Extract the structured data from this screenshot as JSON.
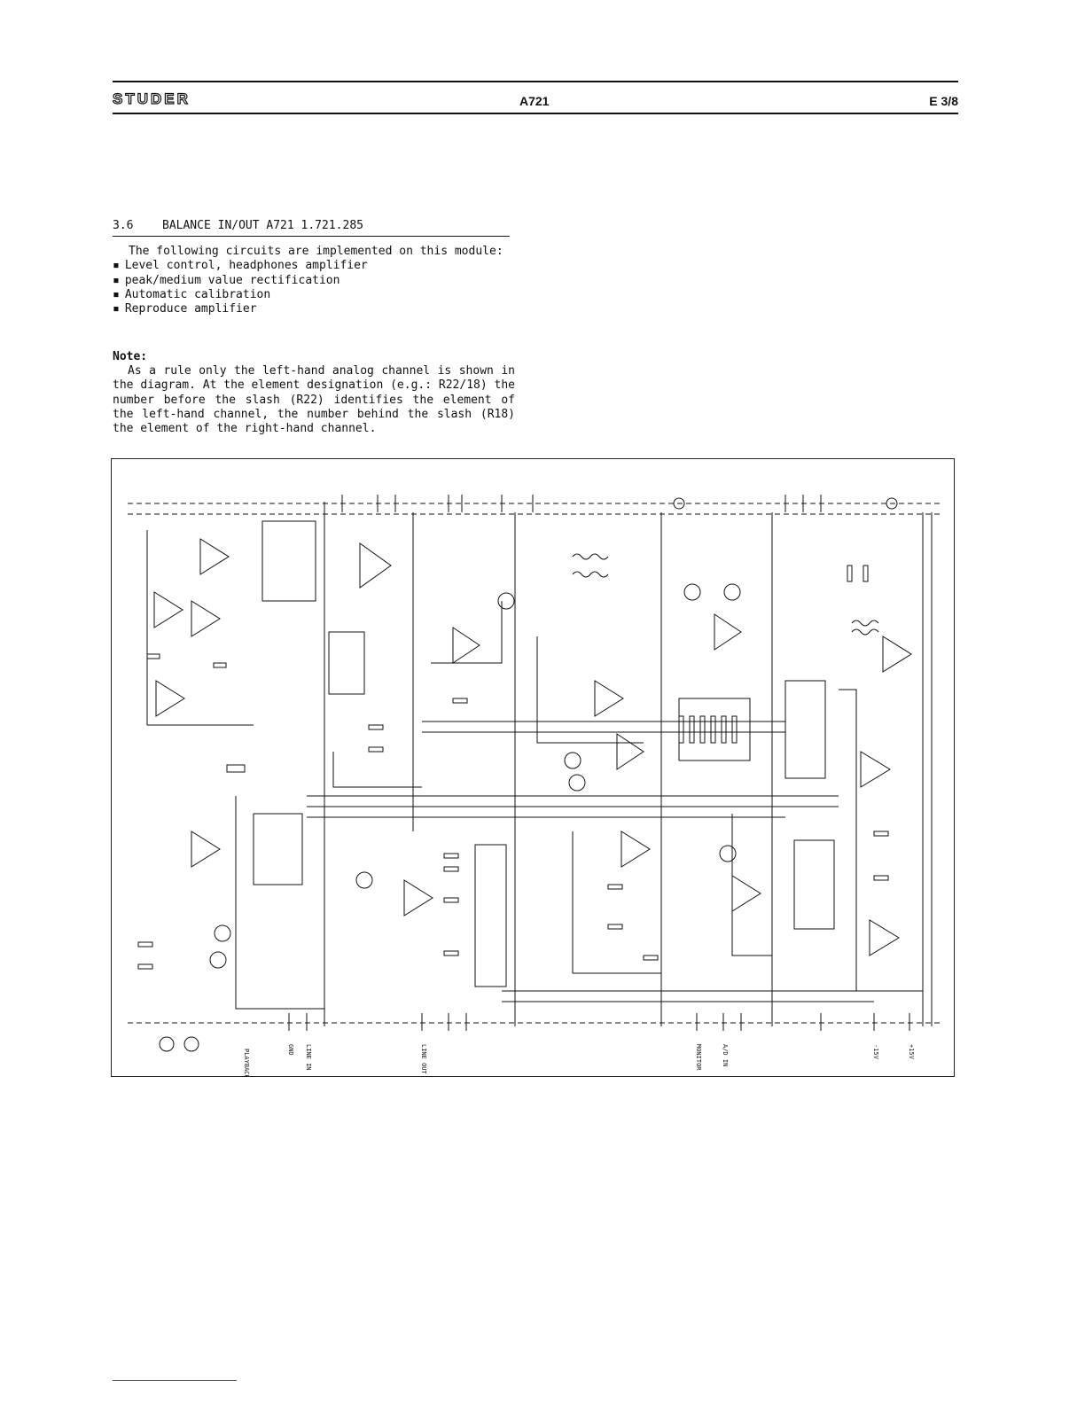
{
  "header": {
    "brand": "STUDER",
    "model": "A721",
    "page": "E 3/8"
  },
  "section": {
    "number": "3.6",
    "title": "BALANCE IN/OUT A721 1.721.285"
  },
  "intro": "The following circuits are implemented on this module:",
  "bullets": [
    "Level control, headphones amplifier",
    "peak/medium value rectification",
    "Automatic calibration",
    "Reproduce amplifier"
  ],
  "note": {
    "heading": "Note:",
    "text": "As a rule only the left-hand analog channel is shown in the diagram. At the element designation (e.g.: R22/18) the number before the slash (R22) identifies the element of the left-hand channel, the number behind the slash (R18) the element of the right-hand channel."
  },
  "schematic": {
    "bottom_labels": [
      "PLAYBACK HEAD",
      "GND",
      "LINE IN",
      "LINE OUT",
      "MONITOR",
      "A/D IN",
      "-15V",
      "+15V"
    ]
  }
}
